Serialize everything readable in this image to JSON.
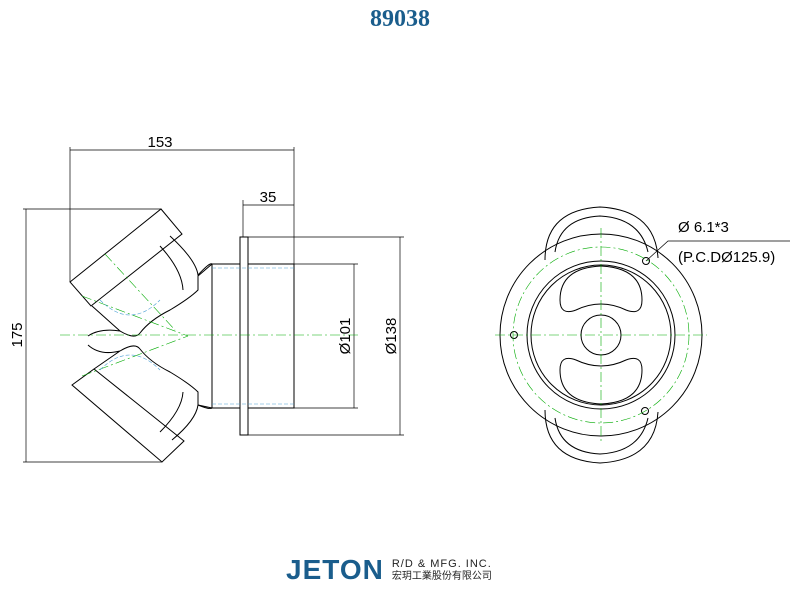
{
  "drawing": {
    "part_number": "89038",
    "dimensions": {
      "overall_length": "153",
      "sleeve_length": "35",
      "overall_height": "175",
      "inner_diameter": "Ø101",
      "outer_diameter": "Ø138"
    },
    "notes": {
      "hole_spec": "Ø 6.1*3",
      "pcd": "(P.C.DØ125.9)"
    }
  },
  "brand": {
    "logo": "JETON",
    "company_en": "R/D & MFG. INC.",
    "company_zh": "宏玥工業股份有限公司"
  },
  "colors": {
    "title": "#1a5d8c",
    "outline": "#000000",
    "centerline": "#00aa00",
    "inner_contour": "#4a9fd4",
    "logo": "#1a5d8c"
  }
}
